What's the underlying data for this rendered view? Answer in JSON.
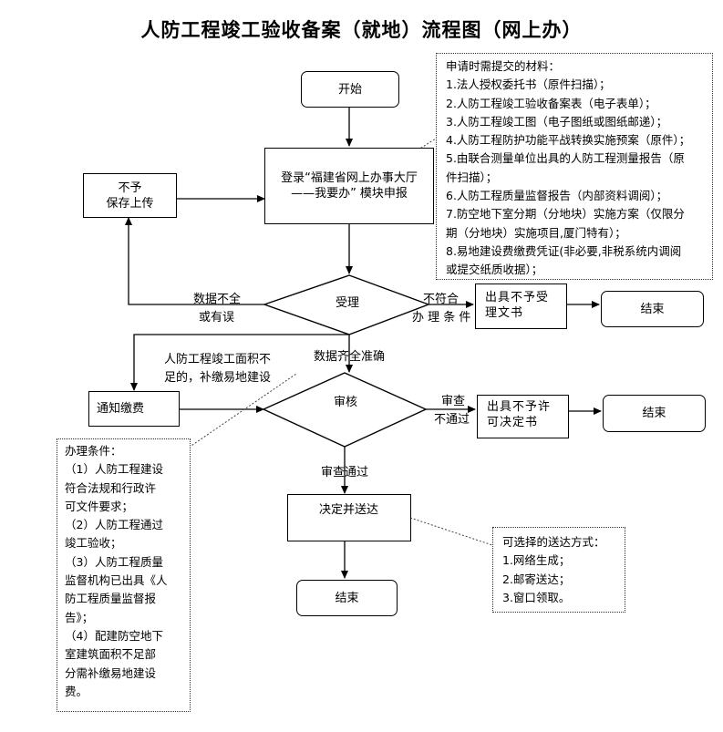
{
  "title": "人防工程竣工验收备案（就地）流程图（网上办）",
  "nodes": {
    "start": "开始",
    "login_line1": "登录“福建省网上办事大厅",
    "login_line2": "——我要办” 模块申报",
    "no_save_line1": "不予",
    "no_save_line2": "保存上传",
    "accept": "受理",
    "reject_accept_line1": "出具不予受",
    "reject_accept_line2": "理文书",
    "end1": "结束",
    "notify_fee": "通知缴费",
    "review": "审核",
    "reject_permit_line1": "出具不予许",
    "reject_permit_line2": "可决定书",
    "end2": "结束",
    "decide_deliver": "决定并送达",
    "end3": "结束"
  },
  "edge_labels": {
    "incomplete_line1": "数据不全",
    "incomplete_line2": "或有误",
    "not_meet_line1": "不符合",
    "not_meet_line2": "办 理 条 件",
    "insufficient_line1": "人防工程竣工面积不",
    "insufficient_line2": "足的，补缴易地建设",
    "complete": "数据齐全准确",
    "review_fail_line1": "审查",
    "review_fail_line2": "不通过",
    "review_pass": "审查通过"
  },
  "materials_note": [
    "申请时需提交的材料：",
    "1.法人授权委托书（原件扫描）；",
    "2.人防工程竣工验收备案表（电子表单）；",
    "3.人防工程竣工图（电子图纸或图纸邮递）；",
    "4.人防工程防护功能平战转换实施预案（原件）；",
    "5.由联合测量单位出具的人防工程测量报告（原",
    "件扫描）；",
    "6.人防工程质量监督报告（内部资料调阅）；",
    "7.防空地下室分期（分地块）实施方案（仅限分",
    "期（分地块）实施项目,厦门特有）；",
    "8.易地建设费缴费凭证(非必要,非税系统内调阅",
    "或提交纸质收据）；"
  ],
  "conditions_note": [
    "办理条件：",
    "（1）人防工程建设",
    "符合法规和行政许",
    "可文件要求；",
    "（2）人防工程通过",
    "竣工验收；",
    "（3）人防工程质量",
    "监督机构已出具《人",
    "防工程质量监督报",
    "告》；",
    "（4）配建防空地下",
    "室建筑面积不足部",
    "分需补缴易地建设",
    "费。"
  ],
  "delivery_note": [
    "可选择的送达方式：",
    "1.网络生成；",
    "2.邮寄送达；",
    "3.窗口领取。"
  ]
}
